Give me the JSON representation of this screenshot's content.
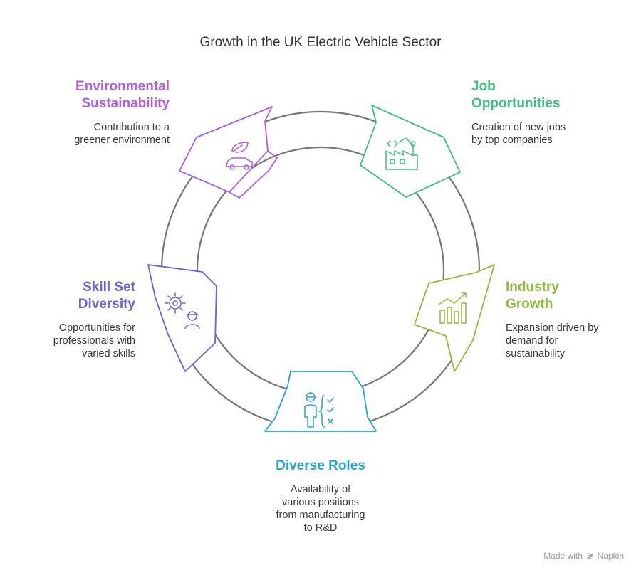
{
  "title": "Growth in the UK Electric Vehicle Sector",
  "nodes": [
    {
      "id": "environment",
      "heading_line1": "Environmental",
      "heading_line2": "Sustainability",
      "desc_line1": "Contribution to a",
      "desc_line2": "greener environment",
      "desc_line3": "",
      "color": "#b05ee0",
      "icon": "eco-car-icon"
    },
    {
      "id": "jobs",
      "heading_line1": "Job",
      "heading_line2": "Opportunities",
      "desc_line1": "Creation of new jobs",
      "desc_line2": "by top companies",
      "desc_line3": "",
      "color": "#3dbf7e",
      "icon": "factory-robot-arm-icon"
    },
    {
      "id": "industry",
      "heading_line1": "Industry",
      "heading_line2": "Growth",
      "desc_line1": "Expansion driven by",
      "desc_line2": "demand for",
      "desc_line3": "sustainability",
      "color": "#8cbc3a",
      "icon": "growth-chart-icon"
    },
    {
      "id": "roles",
      "heading_line1": "Diverse Roles",
      "heading_line2": "",
      "desc_line1": "Availability of",
      "desc_line2": "various positions",
      "desc_line3": "from manufacturing",
      "desc_line4": "to R&D",
      "color": "#2aa4cf",
      "icon": "person-checklist-icon"
    },
    {
      "id": "skills",
      "heading_line1": "Skill Set",
      "heading_line2": "Diversity",
      "desc_line1": "Opportunities for",
      "desc_line2": "professionals with",
      "desc_line3": "varied skills",
      "color": "#6a5fe0",
      "icon": "gear-worker-icon"
    }
  ],
  "footer": {
    "made_with": "Made with",
    "brand": "Napkin"
  },
  "colors": {
    "ring_stroke": "#777777",
    "text": "#333333"
  }
}
